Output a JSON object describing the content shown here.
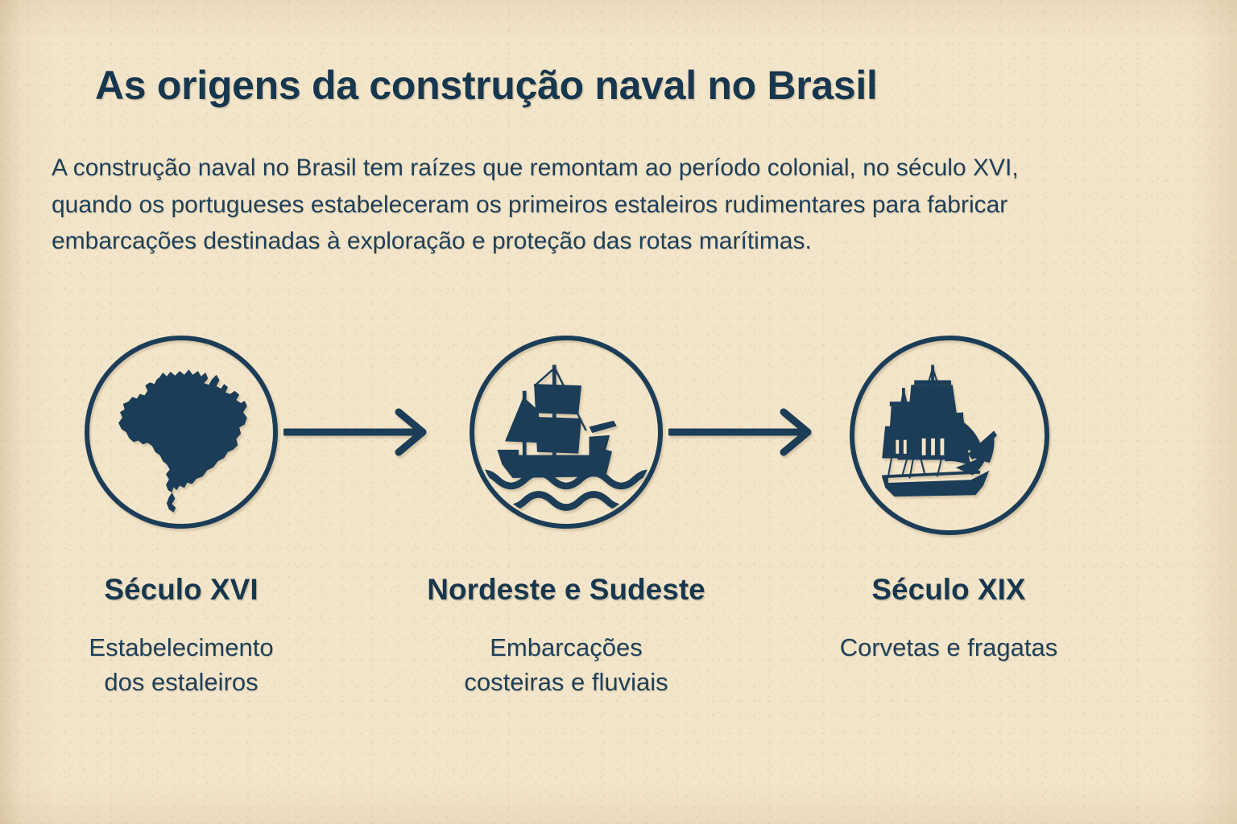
{
  "header": {
    "title": "As origens da construção naval no Brasil",
    "intro": "A construção naval no Brasil tem raízes que remontam ao período colonial, no século XVI, quando os portugueses estabeleceram os primeiros estaleiros rudimentares para fabricar embarcações destinadas à exploração e proteção das rotas marítimas."
  },
  "colors": {
    "background": "#f3e5c9",
    "navy": "#1c3d57",
    "title_navy": "#17374f",
    "body_navy": "#1d3f59"
  },
  "steps": [
    {
      "icon": "brazil-map-icon",
      "heading": "Século XVI",
      "description": "Estabelecimento\ndos estaleiros",
      "description_lines": [
        "Estabelecimento",
        "dos estaleiros"
      ]
    },
    {
      "icon": "caravel-ship-waves-icon",
      "heading": "Nordeste e Sudeste",
      "description": "Embarcações\ncosteiras e fluviais",
      "description_lines": [
        "Embarcações",
        "costeiras e fluviais"
      ]
    },
    {
      "icon": "frigate-tall-ship-icon",
      "heading": "Século XIX",
      "description": "Corvetas e fragatas",
      "description_lines": [
        "Corvetas e fragatas"
      ]
    }
  ],
  "connectors": [
    {
      "name": "arrow-step1-to-step2",
      "direction": "right"
    },
    {
      "name": "arrow-step2-to-step3",
      "direction": "right"
    }
  ]
}
